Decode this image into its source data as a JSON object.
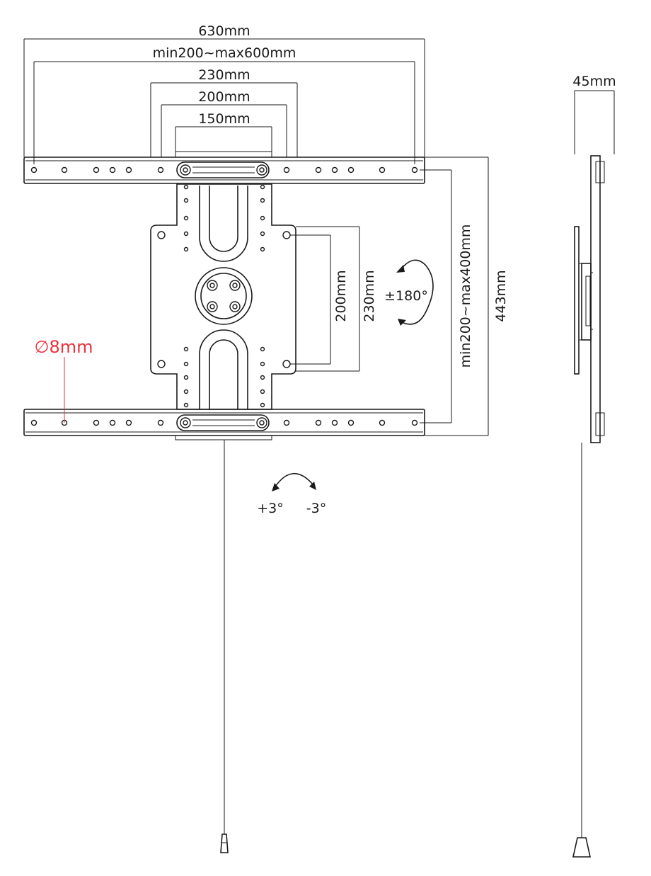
{
  "dimensions": {
    "overall_width": "630mm",
    "horizontal_range": "min200~max600mm",
    "plate_width": "230mm",
    "vesa_mid": "200mm",
    "vesa_small": "150mm",
    "depth": "45mm",
    "vertical_range": "min200~max400mm",
    "overall_height": "443mm",
    "plate_height_200": "200mm",
    "plate_height_230": "230mm",
    "hole_diameter": "∅8mm"
  },
  "rotation": {
    "rotate_label": "±180°",
    "tilt_plus": "+3°",
    "tilt_minus": "-3°"
  },
  "colors": {
    "line": "#1a1a1a",
    "accent": "#e8323c",
    "background": "#ffffff"
  }
}
